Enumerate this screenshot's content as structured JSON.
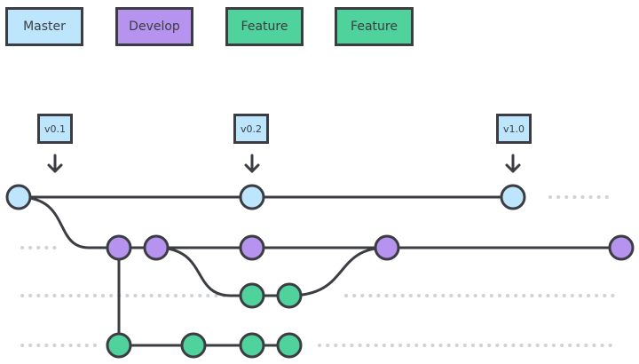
{
  "colors": {
    "master": "#bde5fb",
    "develop": "#b693ee",
    "feature": "#4fd29b",
    "line": "#3b3d42",
    "dots": "#cfd2d6"
  },
  "legend": {
    "master": "Master",
    "develop": "Develop",
    "feature_1": "Feature",
    "feature_2": "Feature"
  },
  "tags": {
    "v01": "v0.1",
    "v02": "v0.2",
    "v10": "v1.0"
  },
  "icons": {
    "tag_arrow": "arrow-down-icon"
  }
}
